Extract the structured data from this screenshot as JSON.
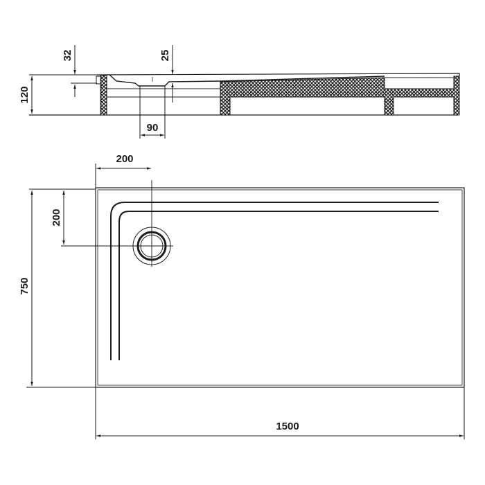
{
  "drawing": {
    "type": "shower tray technical drawing",
    "colors": {
      "line": "#1a1a1a",
      "background": "#ffffff",
      "hatch": "#1a1a1a"
    },
    "section_view": {
      "dimensions": {
        "height": "120",
        "rim_depth": "32",
        "drain_depth": "25",
        "drain_width": "90"
      }
    },
    "plan_view": {
      "dimensions": {
        "length": "1500",
        "width": "750",
        "drain_offset_x": "200",
        "drain_offset_y": "200"
      }
    }
  }
}
